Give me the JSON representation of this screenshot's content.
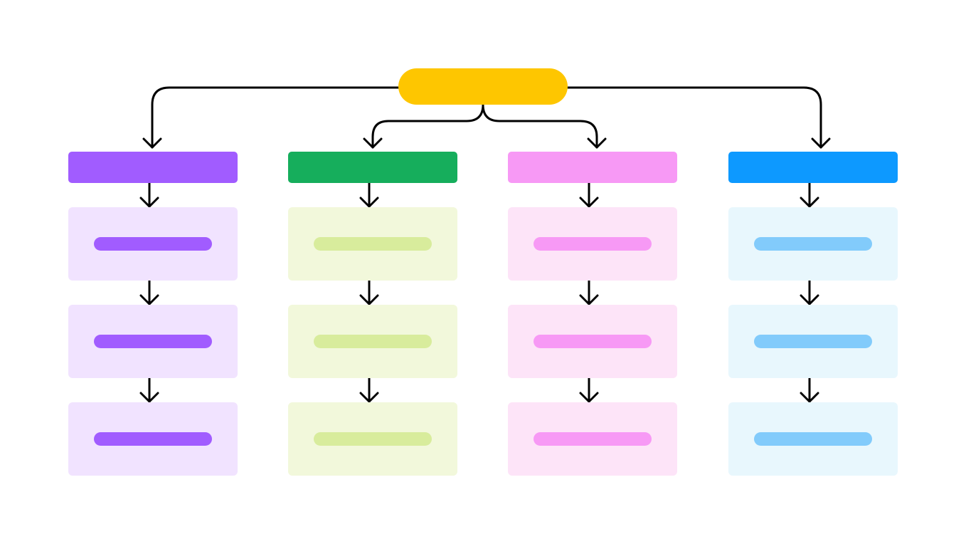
{
  "diagram": {
    "root": {
      "color": "#FEC600"
    },
    "connector_color": "#000000",
    "branches": [
      {
        "header_color": "#A15CFF",
        "card_color": "#F1E3FF",
        "line_color": "#A15CFF",
        "card_count": 3
      },
      {
        "header_color": "#16AE5C",
        "card_color": "#F2F8DB",
        "line_color": "#D8EC9C",
        "card_count": 3
      },
      {
        "header_color": "#F799F5",
        "card_color": "#FDE4F8",
        "line_color": "#F799F5",
        "card_count": 3
      },
      {
        "header_color": "#0D99FF",
        "card_color": "#E8F7FD",
        "line_color": "#82CBFB",
        "card_count": 3
      }
    ]
  }
}
